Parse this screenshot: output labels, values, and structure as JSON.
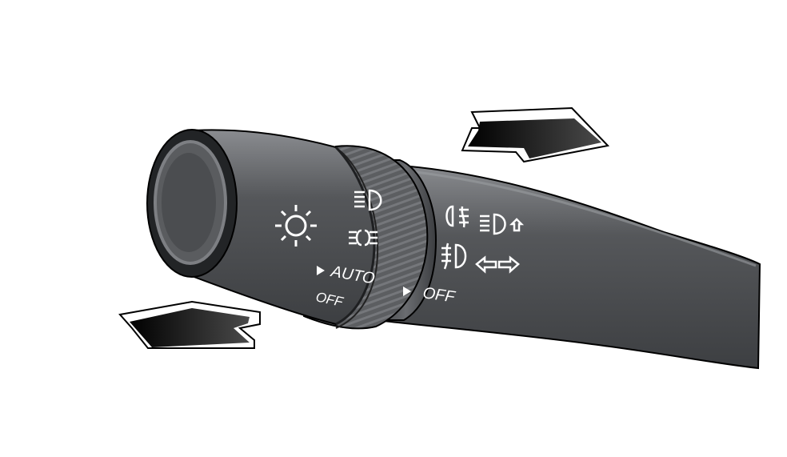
{
  "diagram": {
    "subject": "headlight-and-fog-light-combination-switch",
    "colors": {
      "background": "#ffffff",
      "lever_body": "#4d4f52",
      "lever_highlight": "#7a7c80",
      "ring_knurl": "#56585b",
      "symbol": "#ffffff",
      "arrow": "#111111"
    },
    "headlight_ring": {
      "position_auto_label": "AUTO",
      "position_off_label": "OFF",
      "icons": [
        "headlight-on-sun-icon",
        "low-beam-icon",
        "parking-light-icon"
      ]
    },
    "fog_light_ring": {
      "position_off_label": "OFF",
      "icons": [
        "front-fog-light-icon",
        "rear-fog-light-icon",
        "high-beam-flash-icon",
        "turn-signal-arrows-icon"
      ]
    },
    "arrows": {
      "rotate_forward": "arrow-rotate-forward-icon",
      "rotate_backward": "arrow-rotate-backward-icon"
    }
  }
}
